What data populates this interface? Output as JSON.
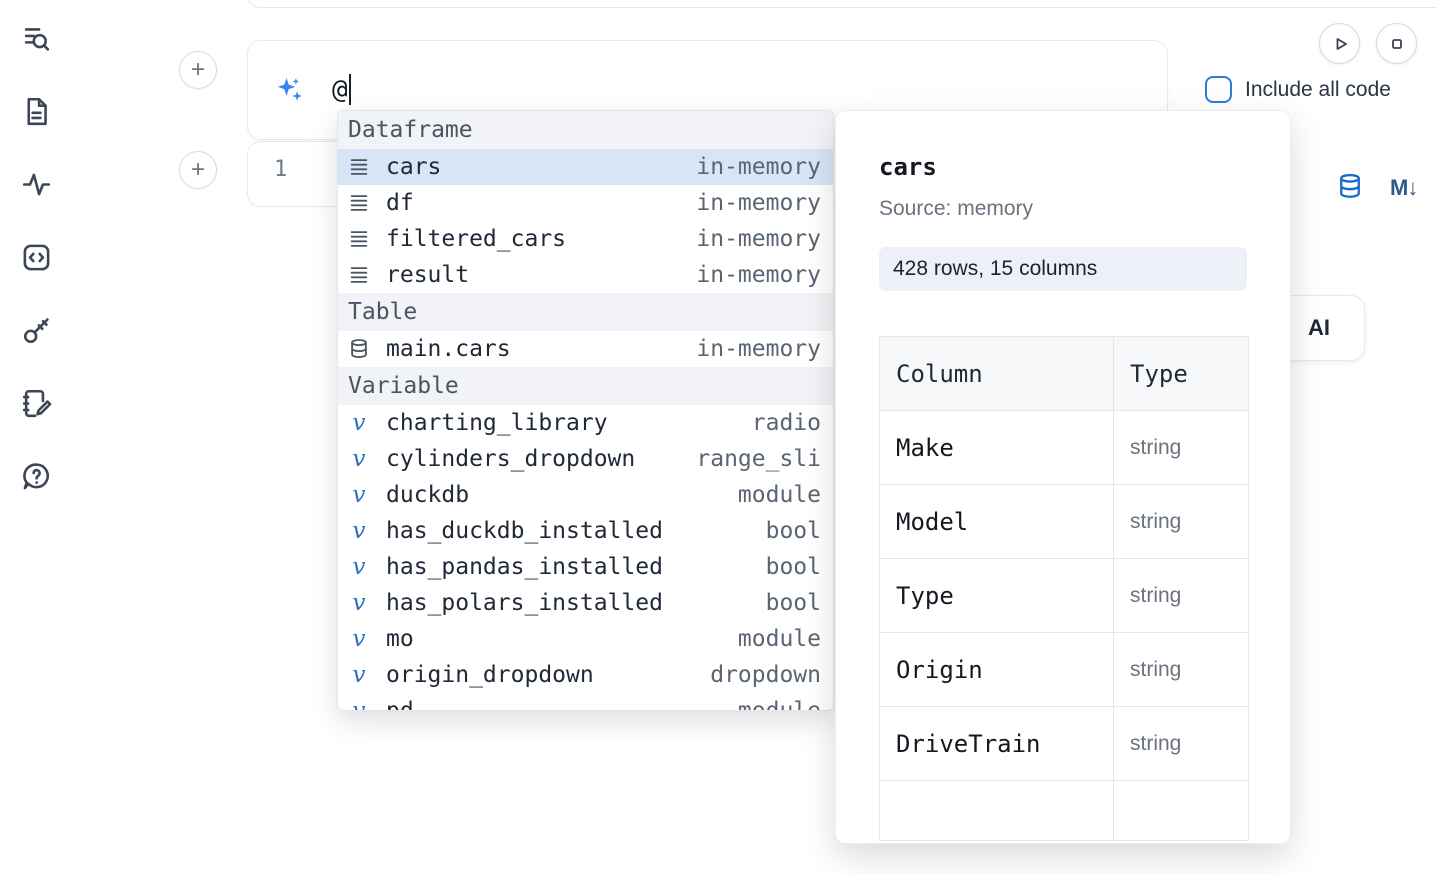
{
  "sidebar": {
    "icons": [
      {
        "name": "search-list-icon"
      },
      {
        "name": "document-icon"
      },
      {
        "name": "logs-icon"
      },
      {
        "name": "snippets-icon"
      },
      {
        "name": "key-icon"
      },
      {
        "name": "scratchpad-icon"
      },
      {
        "name": "help-icon"
      }
    ]
  },
  "toolbar": {
    "include_all_code_label": "Include all code"
  },
  "ai_input": {
    "value": "@"
  },
  "code_cell": {
    "line_number": "1"
  },
  "cell_actions": {
    "markdown_label": "M↓"
  },
  "ai_button": {
    "label": "AI"
  },
  "autocomplete": {
    "sections": [
      {
        "label": "Dataframe",
        "items": [
          {
            "icon": "dataframe",
            "name": "cars",
            "detail": "in-memory",
            "selected": true
          },
          {
            "icon": "dataframe",
            "name": "df",
            "detail": "in-memory"
          },
          {
            "icon": "dataframe",
            "name": "filtered_cars",
            "detail": "in-memory"
          },
          {
            "icon": "dataframe",
            "name": "result",
            "detail": "in-memory"
          }
        ]
      },
      {
        "label": "Table",
        "items": [
          {
            "icon": "table",
            "name": "main.cars",
            "detail": "in-memory"
          }
        ]
      },
      {
        "label": "Variable",
        "items": [
          {
            "icon": "variable",
            "name": "charting_library",
            "detail": "radio"
          },
          {
            "icon": "variable",
            "name": "cylinders_dropdown",
            "detail": "range_sli"
          },
          {
            "icon": "variable",
            "name": "duckdb",
            "detail": "module"
          },
          {
            "icon": "variable",
            "name": "has_duckdb_installed",
            "detail": "bool"
          },
          {
            "icon": "variable",
            "name": "has_pandas_installed",
            "detail": "bool"
          },
          {
            "icon": "variable",
            "name": "has_polars_installed",
            "detail": "bool"
          },
          {
            "icon": "variable",
            "name": "mo",
            "detail": "module"
          },
          {
            "icon": "variable",
            "name": "origin_dropdown",
            "detail": "dropdown"
          },
          {
            "icon": "variable",
            "name": "pd",
            "detail": "module"
          }
        ]
      }
    ]
  },
  "detail_popup": {
    "title": "cars",
    "source": "Source: memory",
    "shape": "428 rows, 15 columns",
    "table": {
      "headers": [
        "Column",
        "Type"
      ],
      "rows": [
        [
          "Make",
          "string"
        ],
        [
          "Model",
          "string"
        ],
        [
          "Type",
          "string"
        ],
        [
          "Origin",
          "string"
        ],
        [
          "DriveTrain",
          "string"
        ]
      ]
    }
  },
  "colors": {
    "accent_blue": "#2e7cd6",
    "selected_row": "#d6e6f7",
    "section_header_bg": "#f1f3f6",
    "shape_badge_bg": "#edf1f7"
  }
}
